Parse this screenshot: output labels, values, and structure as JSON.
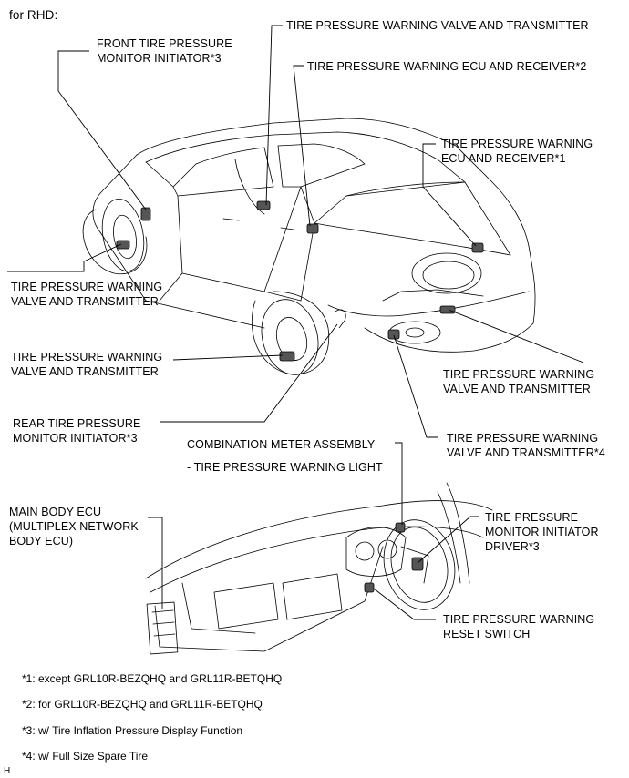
{
  "heading": "for RHD:",
  "labels": {
    "valve_top": "TIRE PRESSURE WARNING VALVE AND TRANSMITTER",
    "front_initiator": "FRONT TIRE PRESSURE\nMONITOR INITIATOR*3",
    "ecu_receiver_2": "TIRE PRESSURE WARNING ECU AND RECEIVER*2",
    "ecu_receiver_1": "TIRE PRESSURE WARNING\nECU AND RECEIVER*1",
    "valve_left_1": "TIRE PRESSURE WARNING\nVALVE AND TRANSMITTER",
    "valve_left_2": "TIRE PRESSURE WARNING\nVALVE AND TRANSMITTER",
    "valve_right_1": "TIRE PRESSURE WARNING\nVALVE AND TRANSMITTER",
    "rear_initiator": "REAR TIRE PRESSURE\nMONITOR INITIATOR*3",
    "valve_right_4": "TIRE PRESSURE WARNING\nVALVE AND TRANSMITTER*4",
    "combination_meter": "COMBINATION METER ASSEMBLY",
    "warning_light": "- TIRE PRESSURE WARNING LIGHT",
    "main_body_ecu": "MAIN BODY ECU\n(MULTIPLEX NETWORK\nBODY ECU)",
    "driver_initiator": "TIRE PRESSURE\nMONITOR INITIATOR\nDRIVER*3",
    "reset_switch": "TIRE PRESSURE WARNING\nRESET SWITCH"
  },
  "notes": [
    "*1: except GRL10R-BEZQHQ and GRL11R-BETQHQ",
    "*2: for GRL10R-BEZQHQ and GRL11R-BETQHQ",
    "*3: w/ Tire Inflation Pressure Display Function",
    "*4: w/ Full Size Spare Tire"
  ],
  "corner_mark": "H"
}
